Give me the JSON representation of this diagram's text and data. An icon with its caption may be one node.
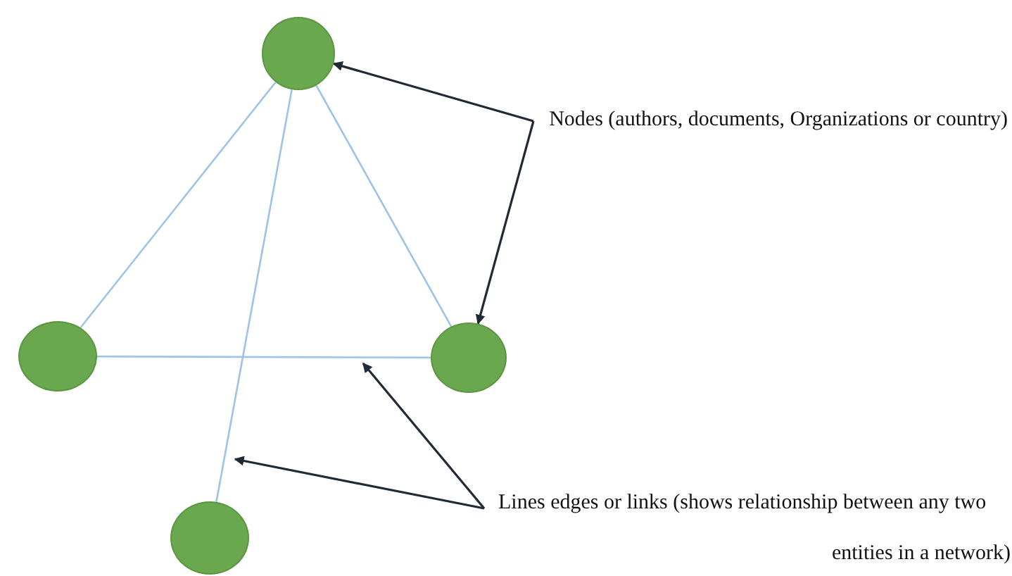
{
  "diagram": {
    "nodes": [
      {
        "text": [],
        "shape": "circle"
      },
      {
        "text": [],
        "shape": "circle"
      },
      {
        "text": [],
        "shape": "circle"
      },
      {
        "text": [],
        "shape": "circle"
      },
      {
        "text": [
          "Nodes (authors, documents, Organizations or country)"
        ]
      },
      {
        "text": [
          "Lines edges or links (shows relationship between any two entities in a network)"
        ]
      }
    ],
    "edges": [
      {
        "from": 0,
        "to": 1,
        "arrow": "none"
      },
      {
        "from": 0,
        "to": 3,
        "arrow": "none"
      },
      {
        "from": 0,
        "to": 2,
        "arrow": "none"
      },
      {
        "from": 1,
        "to": 2,
        "arrow": "none"
      },
      {
        "from": 4,
        "to": 0,
        "arrow": "to",
        "color": "#1f2a36"
      },
      {
        "from": 4,
        "to": 2,
        "arrow": "to",
        "color": "#1f2a36"
      },
      {
        "from": 5,
        "to": null,
        "arrow": "to",
        "color": "#1f2a36"
      },
      {
        "from": 5,
        "to": null,
        "arrow": "to",
        "color": "#1f2a36"
      }
    ]
  }
}
